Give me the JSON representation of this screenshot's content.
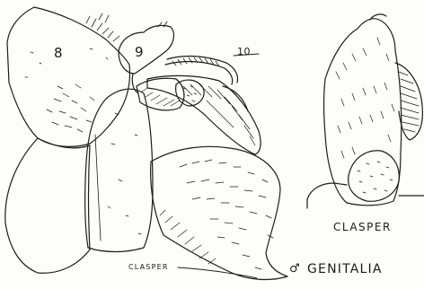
{
  "labels": {
    "segment_8": "8",
    "segment_9": "9",
    "segment_10": "10",
    "clasper_left": "CLASPER",
    "male_symbol": "♂",
    "genitalia": "GENITALIA",
    "clasper_right": "CLASPER"
  }
}
